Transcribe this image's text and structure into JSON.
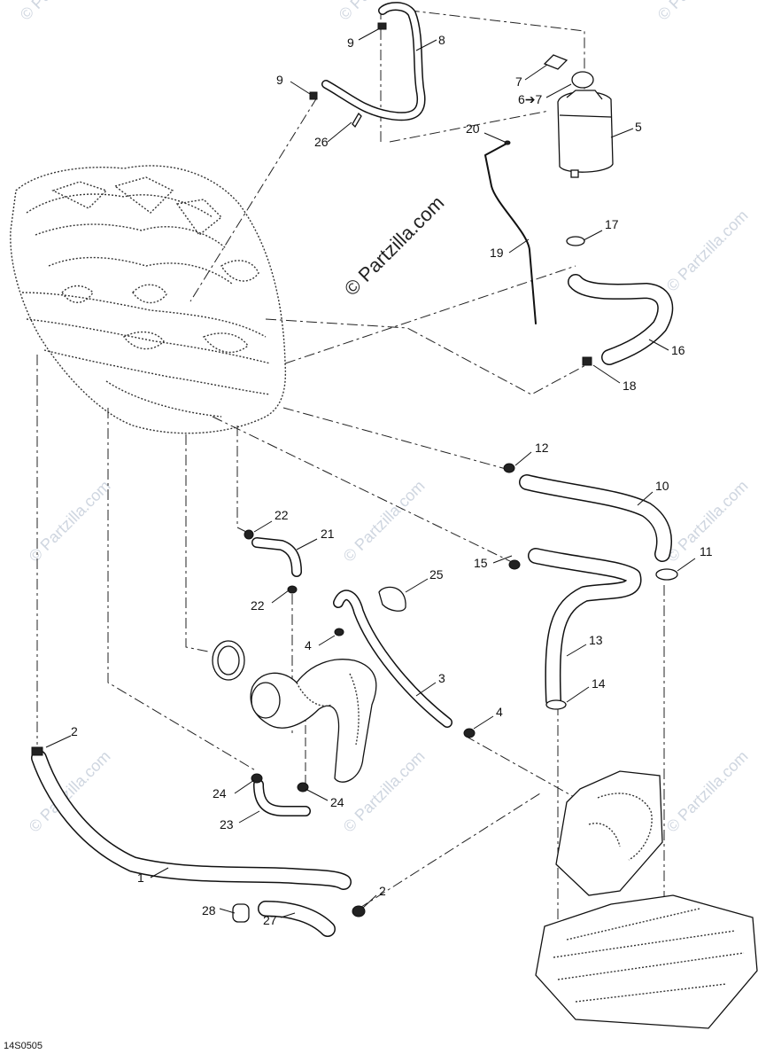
{
  "watermark": {
    "main": "© Partzilla.com",
    "faint": "© Partzilla.com"
  },
  "figure_code": "14S0505",
  "callouts": {
    "c1": "1",
    "c2a": "2",
    "c2b": "2",
    "c3": "3",
    "c4a": "4",
    "c4b": "4",
    "c5": "5",
    "c6": "6➔7",
    "c7": "7",
    "c8": "8",
    "c9a": "9",
    "c9b": "9",
    "c10": "10",
    "c11": "11",
    "c12": "12",
    "c13": "13",
    "c14": "14",
    "c15": "15",
    "c16": "16",
    "c17": "17",
    "c18": "18",
    "c19": "19",
    "c20": "20",
    "c21": "21",
    "c22a": "22",
    "c22b": "22",
    "c23": "23",
    "c24a": "24",
    "c24b": "24",
    "c25": "25",
    "c26": "26",
    "c27": "27",
    "c28": "28"
  }
}
